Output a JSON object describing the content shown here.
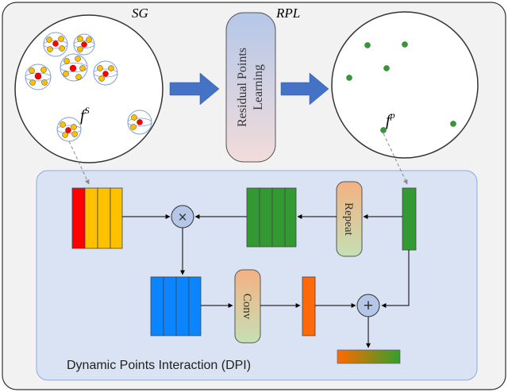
{
  "labels": {
    "sg": "SG",
    "rpl": "RPL",
    "rpl_box_line1": "Residual Points",
    "rpl_box_line2": "Learning",
    "fs_base": "f",
    "fs_sup": "S",
    "fp_base": "f",
    "fp_sup": "p",
    "repeat": "Repeat",
    "conv": "Conv",
    "multiply_symbol": "×",
    "add_symbol": "+",
    "dpi_title": "Dynamic Points Interaction (DPI)"
  },
  "colors": {
    "outer_bg": "#f2f2f2",
    "dpi_bg": "#dae3f3",
    "dpi_border": "#8faadc",
    "arrow_blue": "#4472c4",
    "red": "#ff0000",
    "orange_yellow": "#ffc000",
    "green": "#339933",
    "blue": "#0a84ff",
    "orange": "#fe6a0a"
  }
}
